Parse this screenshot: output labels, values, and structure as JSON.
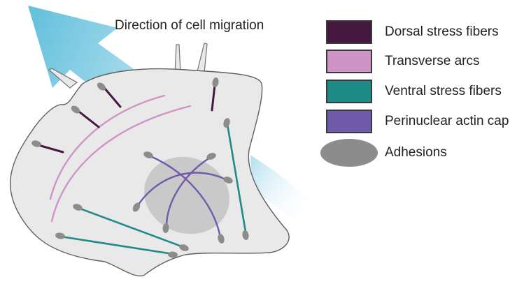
{
  "title": "Direction of cell migration",
  "legend": [
    {
      "label": "Dorsal stress fibers",
      "color": "#47183f",
      "shape": "swatch"
    },
    {
      "label": "Transverse arcs",
      "color": "#cf94c6",
      "shape": "swatch"
    },
    {
      "label": "Ventral stress fibers",
      "color": "#1f8b86",
      "shape": "swatch"
    },
    {
      "label": "Perinuclear actin cap",
      "color": "#705aaa",
      "shape": "swatch"
    },
    {
      "label": "Adhesions",
      "color": "#8c8c8c",
      "shape": "ellipse"
    }
  ],
  "colors": {
    "cell": "#e9e9e9",
    "cell_outline": "#606060",
    "nucleus": "#c9c9c9",
    "arrow": "#7fc9e0"
  }
}
